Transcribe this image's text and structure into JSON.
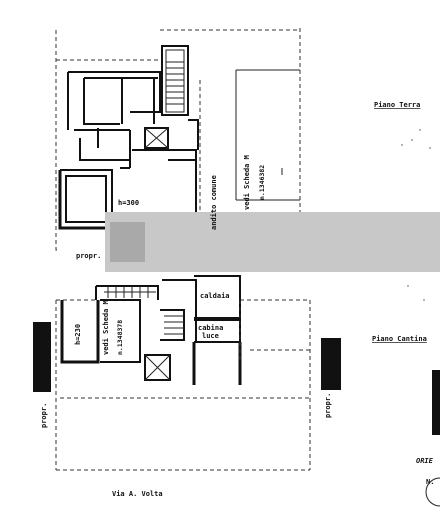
{
  "plan": {
    "labels": {
      "piano_terra": "Piano Terra",
      "piano_cantina": "Piano Cantina",
      "androne": "andito comune",
      "vedi_scheda_top": "vedi Scheda M",
      "scheda_num_top": "n.1346382",
      "h300": "h=300",
      "propr_left_top": "propr.",
      "caldaia": "caldaia",
      "cabina": "cabina",
      "luce": "luce",
      "h230": "h=230",
      "vedi_scheda_bottom": "vedi Scheda M",
      "scheda_num_bottom": "n.1348378",
      "propr_left": "propr.",
      "propr_right": "propr.",
      "via": "Via  A. Volta",
      "orie": "ORIE",
      "north": "N."
    },
    "colors": {
      "ink": "#111111",
      "paper": "#ffffff",
      "redaction": "#c8c8c8"
    }
  }
}
